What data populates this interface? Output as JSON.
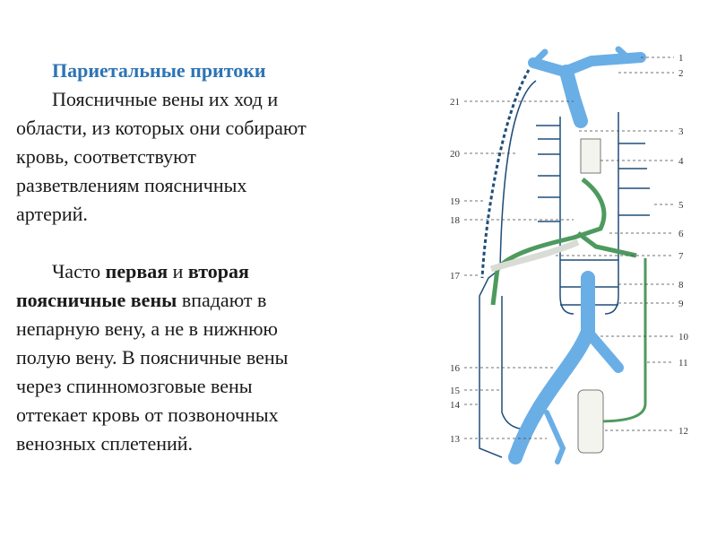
{
  "text": {
    "title": "Париетальные притоки",
    "p1": [
      "Поясничные вены их ход и",
      "области, из которых они собирают",
      "кровь, соответствуют",
      "разветвлениям поясничных",
      "артерий."
    ],
    "p2_line1_pre": "Часто ",
    "p2_bold1": "первая",
    "p2_mid": " и ",
    "p2_bold2": "вторая",
    "p2_line2_bold": "поясничные вены",
    "p2_line2_rest": " впадают в",
    "p2_rest": [
      "непарную вену, а не в нижнюю",
      "полую вену. В поясничные вены",
      "через спинномозговые вены",
      "оттекает кровь от позвоночных",
      "венозных сплетений."
    ]
  },
  "diagram": {
    "labels_right": [
      "1",
      "2",
      "3",
      "4",
      "5",
      "6",
      "7",
      "8",
      "9",
      "10",
      "11",
      "12"
    ],
    "labels_left": [
      "21",
      "20",
      "19",
      "18",
      "17",
      "16",
      "15",
      "14",
      "13"
    ]
  },
  "colors": {
    "title": "#2e74b5",
    "vein": "#6aaee6",
    "outline": "#1f4e79",
    "green": "#4e9a5e"
  }
}
